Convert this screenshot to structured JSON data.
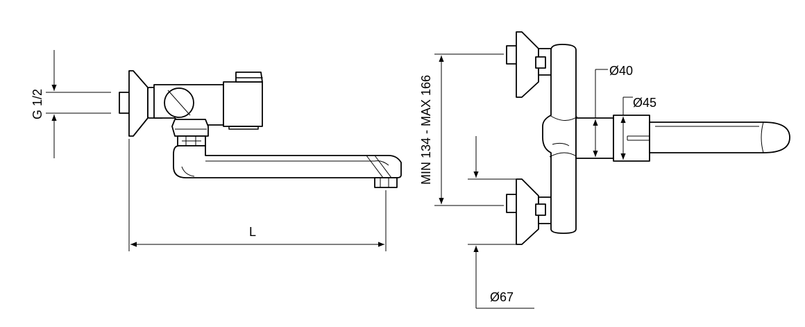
{
  "labels": {
    "thread": "G 1/2",
    "length": "L",
    "center_distance": "MIN 134 - MAX 166",
    "dia_body": "Ø40",
    "dia_handle": "Ø45",
    "dia_flange": "Ø67"
  }
}
